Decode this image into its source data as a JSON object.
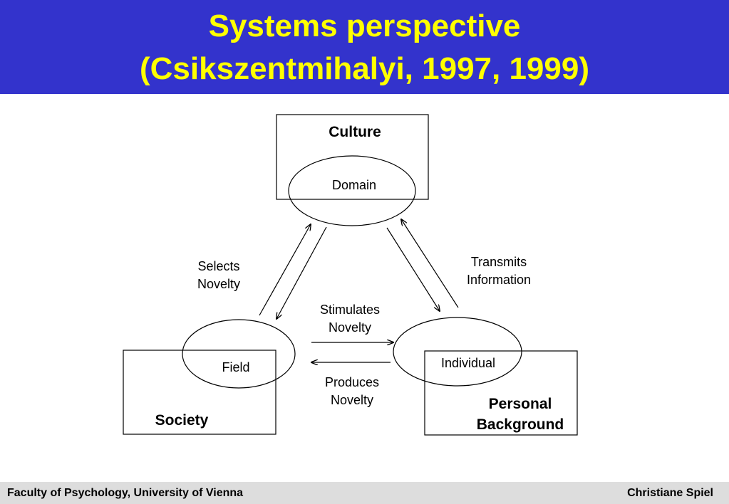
{
  "header": {
    "title_line1": "Systems perspective",
    "title_line2": "(Csikszentmihalyi, 1997, 1999)",
    "background_color": "#3333cc",
    "text_color": "#ffff00"
  },
  "diagram": {
    "culture": {
      "box_label": "Culture",
      "ellipse_label": "Domain"
    },
    "society": {
      "box_label": "Society",
      "ellipse_label": "Field"
    },
    "personal": {
      "box_label_line1": "Personal",
      "box_label_line2": "Background",
      "ellipse_label": "Individual"
    },
    "arrows": {
      "selects_novelty": {
        "line1": "Selects",
        "line2": "Novelty"
      },
      "transmits_information": {
        "line1": "Transmits",
        "line2": "Information"
      },
      "stimulates_novelty": {
        "line1": "Stimulates",
        "line2": "Novelty"
      },
      "produces_novelty": {
        "line1": "Produces",
        "line2": "Novelty"
      }
    }
  },
  "footer": {
    "left": "Faculty of Psychology, University of Vienna",
    "right": "Christiane Spiel"
  }
}
